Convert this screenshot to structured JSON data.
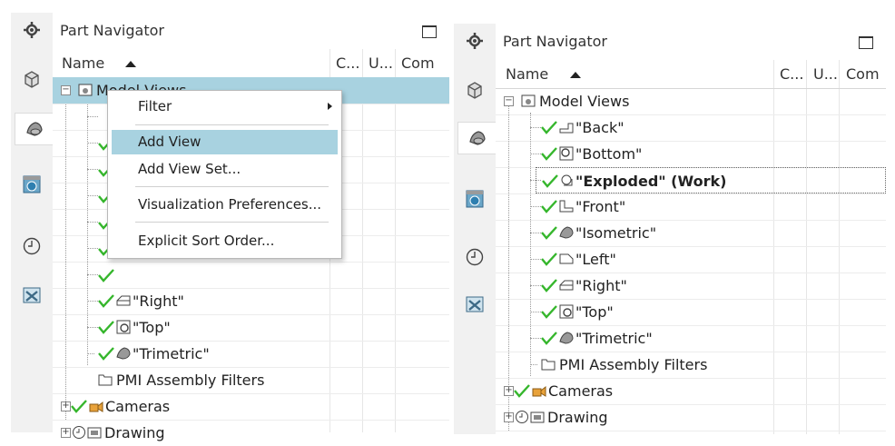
{
  "left_panel": {
    "title": "Part Navigator",
    "columns": [
      "Name",
      "C...",
      "U...",
      "Com"
    ],
    "rows": {
      "model_views": "Model Views",
      "right": "\"Right\"",
      "top": "\"Top\"",
      "trimetric": "\"Trimetric\"",
      "pmi": "PMI Assembly Filters",
      "cameras": "Cameras",
      "drawing": "Drawing"
    },
    "context_menu": {
      "filter": "Filter",
      "add_view": "Add View",
      "add_view_set": "Add View Set...",
      "visualization_preferences": "Visualization Preferences...",
      "explicit_sort_order": "Explicit Sort Order..."
    }
  },
  "right_panel": {
    "title": "Part Navigator",
    "columns": [
      "Name",
      "C...",
      "U...",
      "Com"
    ],
    "rows": {
      "model_views": "Model Views",
      "back": "\"Back\"",
      "bottom": "\"Bottom\"",
      "exploded": "\"Exploded\" (Work)",
      "front": "\"Front\"",
      "isometric": "\"Isometric\"",
      "left": "\"Left\"",
      "right": "\"Right\"",
      "top": "\"Top\"",
      "trimetric": "\"Trimetric\"",
      "pmi": "PMI Assembly Filters",
      "cameras": "Cameras",
      "drawing": "Drawing"
    }
  },
  "colors": {
    "selection": "#a8d2e0",
    "check": "#35b62c",
    "strip": "#f1f1f1"
  },
  "icons": [
    "gear-icon",
    "part-cube-icon",
    "assembly-navigator-icon",
    "web-browser-icon",
    "history-clock-icon",
    "reuse-library-icon"
  ]
}
